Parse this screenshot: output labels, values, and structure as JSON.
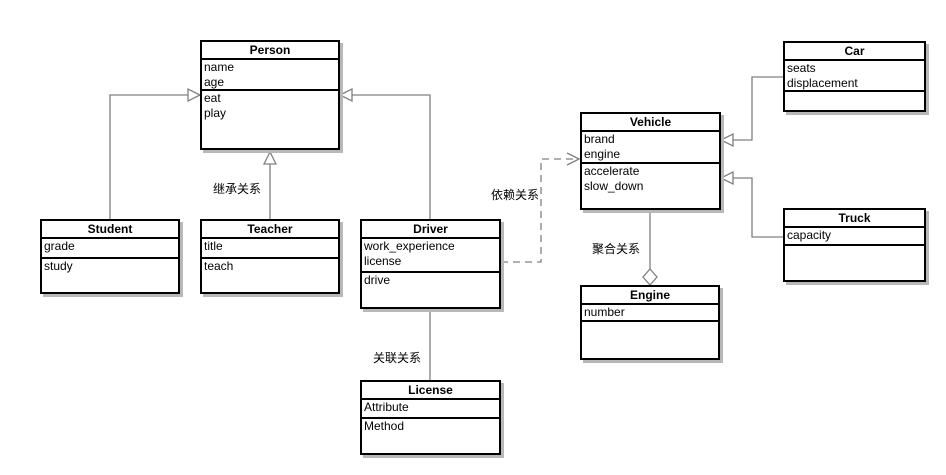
{
  "diagram": {
    "classes": {
      "person": {
        "name": "Person",
        "attributes": [
          "name",
          "age"
        ],
        "methods": [
          "eat",
          "play"
        ]
      },
      "student": {
        "name": "Student",
        "attributes": [
          "grade"
        ],
        "methods": [
          "study"
        ]
      },
      "teacher": {
        "name": "Teacher",
        "attributes": [
          "title"
        ],
        "methods": [
          "teach"
        ]
      },
      "driver": {
        "name": "Driver",
        "attributes": [
          "work_experience",
          "license"
        ],
        "methods": [
          "drive"
        ]
      },
      "vehicle": {
        "name": "Vehicle",
        "attributes": [
          "brand",
          "engine"
        ],
        "methods": [
          "accelerate",
          "slow_down"
        ]
      },
      "car": {
        "name": "Car",
        "attributes": [
          "seats",
          "displacement"
        ],
        "methods": []
      },
      "truck": {
        "name": "Truck",
        "attributes": [
          "capacity"
        ],
        "methods": []
      },
      "engine": {
        "name": "Engine",
        "attributes": [
          "number"
        ],
        "methods": []
      },
      "license": {
        "name": "License",
        "attributes": [
          "Attribute"
        ],
        "methods": [
          "Method"
        ]
      }
    },
    "edge_labels": {
      "inheritance": "继承关系",
      "dependency": "依赖关系",
      "aggregation": "聚合关系",
      "association": "关联关系"
    },
    "colors": {
      "background": "#ffffff",
      "box_fill": "#ffffff",
      "box_border": "#000000",
      "connector": "#808080",
      "shadow": "#b8b8b8",
      "text": "#000000"
    }
  }
}
